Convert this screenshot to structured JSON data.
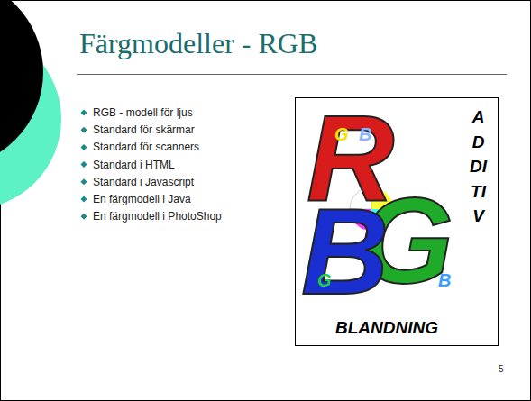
{
  "diagram": {
    "title": "Färgmodeller - RGB",
    "labels": [
      "RGB - modell för ljus",
      "Standard för skärmar",
      "Standard för scanners",
      "Standard i HTML",
      "Standard i Javascript",
      "En färgmodell i Java",
      "En färgmodell i PhotoShop",
      "R",
      "G",
      "B",
      "ADDITIV",
      "G",
      "B",
      "B",
      "G",
      "BLANDNING",
      "5"
    ]
  }
}
